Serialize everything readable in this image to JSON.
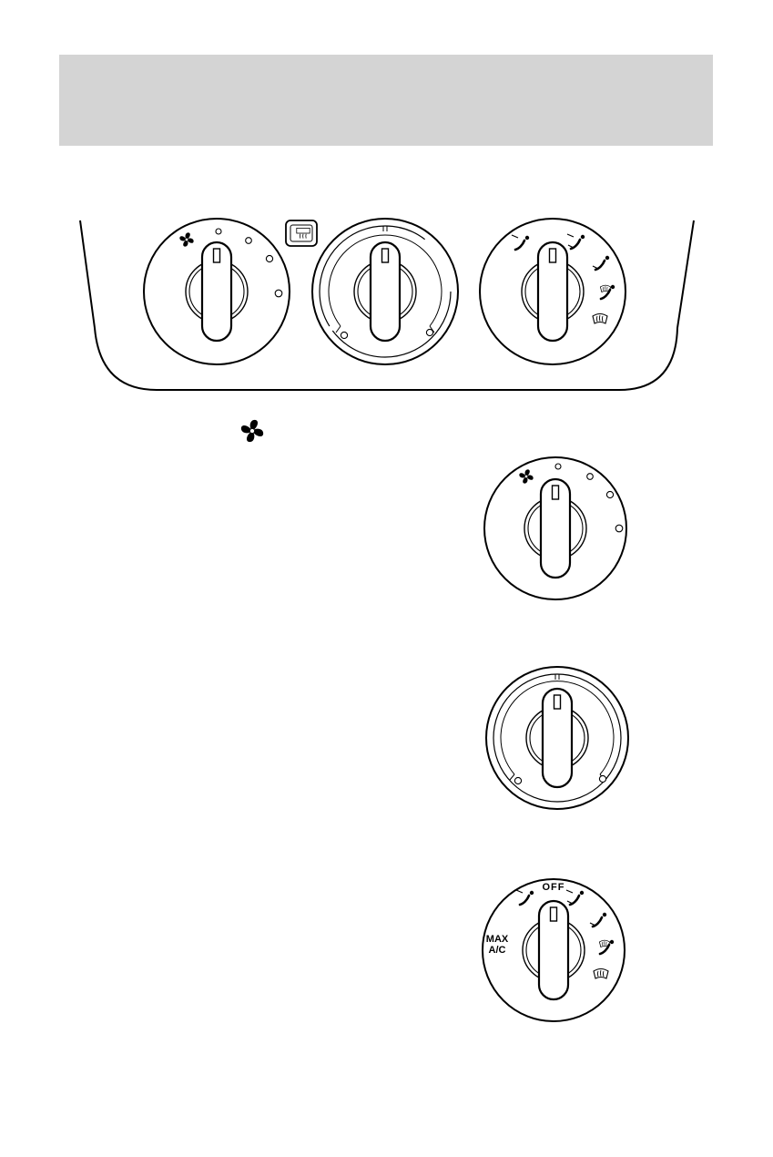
{
  "colors": {
    "header_band": "#d4d4d4",
    "ink": "#000000",
    "paper": "#ffffff"
  },
  "icons": [
    "fan-icon",
    "rear-defrost-icon",
    "panel-vent-icon",
    "floor-vent-icon",
    "defrost-icon"
  ],
  "mode_knob": {
    "off_label": "OFF",
    "max_ac_line1": "MAX",
    "max_ac_line2": "A/C"
  }
}
